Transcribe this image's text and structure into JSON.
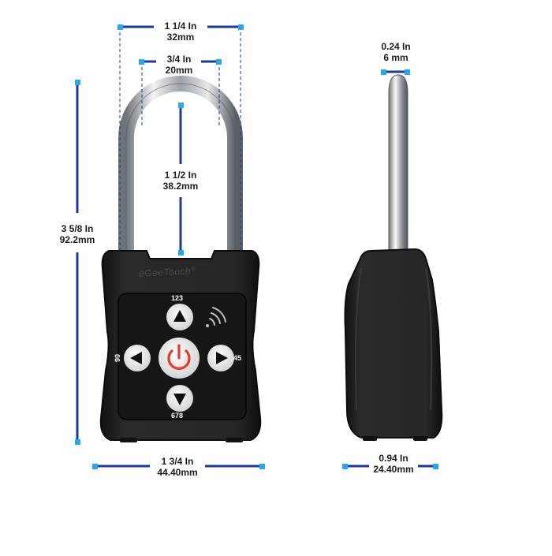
{
  "brand": {
    "name": "eGeeTouch",
    "mark": "®"
  },
  "lock": {
    "colors": {
      "body": "#1e1e1e",
      "body_edge": "#0c0c0c",
      "shackle": "#c9ccd0",
      "key": "#eeeeee",
      "power": "#e8392b",
      "dim_line": "#1f3a93",
      "dim_end": "#2aa7e6"
    },
    "keypad": {
      "up_label": "123",
      "down_label": "678",
      "left_label": "90",
      "right_label": "45",
      "nfc_icon": "nfc-wave-icon",
      "power_icon": "power-icon"
    }
  },
  "dimensions": {
    "shackle_outer_width": {
      "imperial": "1 1/4 In",
      "metric": "32mm"
    },
    "shackle_inner_width": {
      "imperial": "3/4 In",
      "metric": "20mm"
    },
    "shackle_clearance": {
      "imperial": "1 1/2 In",
      "metric": "38.2mm"
    },
    "total_height": {
      "imperial": "3 5/8 In",
      "metric": "92.2mm"
    },
    "body_width": {
      "imperial": "1 3/4 In",
      "metric": "44.40mm"
    },
    "shackle_diameter": {
      "imperial": "0.24 In",
      "metric": "6 mm"
    },
    "body_depth": {
      "imperial": "0.94 In",
      "metric": "24.40mm"
    }
  }
}
